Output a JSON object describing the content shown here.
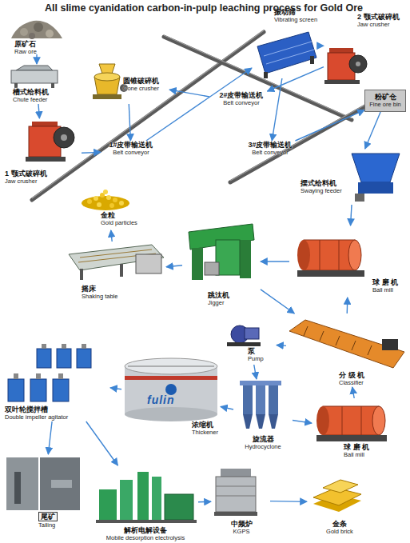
{
  "diagram": {
    "title": "All slime cyanidation carbon-in-pulp leaching process for Gold Ore",
    "nodes": [
      {
        "text": [
          "原矿石",
          "Raw ore"
        ]
      },
      {
        "text": [
          "槽式给料机",
          "Chute feeder"
        ]
      },
      {
        "text": [
          "1 颚式破碎机",
          "Jaw crusher"
        ]
      },
      {
        "text": [
          "圆锥破碎机",
          "Cone crusher"
        ]
      },
      {
        "text": [
          "1#皮带输送机",
          "Belt conveyor"
        ]
      },
      {
        "text": [
          "振动筛",
          "Vibrating screen"
        ]
      },
      {
        "text": [
          "2 颚式破碎机",
          "Jaw crusher"
        ]
      },
      {
        "text": [
          "2#皮带输送机",
          "Belt conveyor"
        ]
      },
      {
        "text": [
          "3#皮带输送机",
          "Belt conveyor"
        ]
      },
      {
        "text": [
          "粉矿仓",
          "Fine ore bin"
        ]
      },
      {
        "text": [
          "摆式给料机",
          "Swaying feeder"
        ]
      },
      {
        "text": [
          "球 磨 机",
          "Ball mill"
        ]
      },
      {
        "text": [
          "跳汰机",
          "Jigger"
        ]
      },
      {
        "text": [
          "摇床",
          "Shaking table"
        ]
      },
      {
        "text": [
          "金粒",
          "Gold particles"
        ]
      },
      {
        "text": [
          "分 级 机",
          "Classifier"
        ]
      },
      {
        "text": [
          "泵",
          "Pump"
        ]
      },
      {
        "text": [
          "旋流器",
          "Hydrocyclone"
        ]
      },
      {
        "text": [
          "球 磨 机",
          "Ball mill"
        ]
      },
      {
        "text": [
          "浓缩机",
          "Thickener"
        ]
      },
      {
        "text": [
          "双叶轮搅拌槽",
          "Double impeller agitator"
        ]
      },
      {
        "text": [
          "尾矿",
          "Tailing"
        ]
      },
      {
        "text": [
          "解析电解设备",
          "Mobile desorption electrolysis"
        ]
      },
      {
        "text": [
          "中频炉",
          "KGPS"
        ]
      },
      {
        "text": [
          "金条",
          "Gold brick"
        ]
      }
    ],
    "edges": [
      {
        "from": 0,
        "to": 1,
        "arrow": "to"
      },
      {
        "from": 1,
        "to": 2,
        "arrow": "to"
      },
      {
        "from": 2,
        "to": 4,
        "arrow": "to"
      },
      {
        "from": 3,
        "to": 4,
        "arrow": "to"
      },
      {
        "from": 4,
        "to": 5,
        "arrow": "to"
      },
      {
        "from": 5,
        "to": 6,
        "arrow": "to"
      },
      {
        "from": 6,
        "to": 7,
        "arrow": "to"
      },
      {
        "from": 7,
        "to": 3,
        "arrow": "to"
      },
      {
        "from": 5,
        "to": 8,
        "arrow": "to"
      },
      {
        "from": 8,
        "to": 9,
        "arrow": "to"
      },
      {
        "from": 9,
        "to": 10,
        "arrow": "to"
      },
      {
        "from": 10,
        "to": 11,
        "arrow": "to"
      },
      {
        "from": 11,
        "to": 12,
        "arrow": "to"
      },
      {
        "from": 12,
        "to": 13,
        "arrow": "to"
      },
      {
        "from": 13,
        "to": 14,
        "arrow": "to"
      },
      {
        "from": 12,
        "to": 15,
        "arrow": "to"
      },
      {
        "from": 15,
        "to": 11,
        "arrow": "to"
      },
      {
        "from": 15,
        "to": 16,
        "arrow": "to"
      },
      {
        "from": 16,
        "to": 17,
        "arrow": "to"
      },
      {
        "from": 17,
        "to": 18,
        "arrow": "to"
      },
      {
        "from": 18,
        "to": 15,
        "arrow": "to"
      },
      {
        "from": 17,
        "to": 19,
        "arrow": "to"
      },
      {
        "from": 19,
        "to": 20,
        "arrow": "to"
      },
      {
        "from": 20,
        "to": 21,
        "arrow": "to"
      },
      {
        "from": 20,
        "to": 22,
        "arrow": "to"
      },
      {
        "from": 22,
        "to": 23,
        "arrow": "to"
      },
      {
        "from": 23,
        "to": 24,
        "arrow": "to"
      }
    ],
    "labels": [
      "fulin"
    ]
  }
}
